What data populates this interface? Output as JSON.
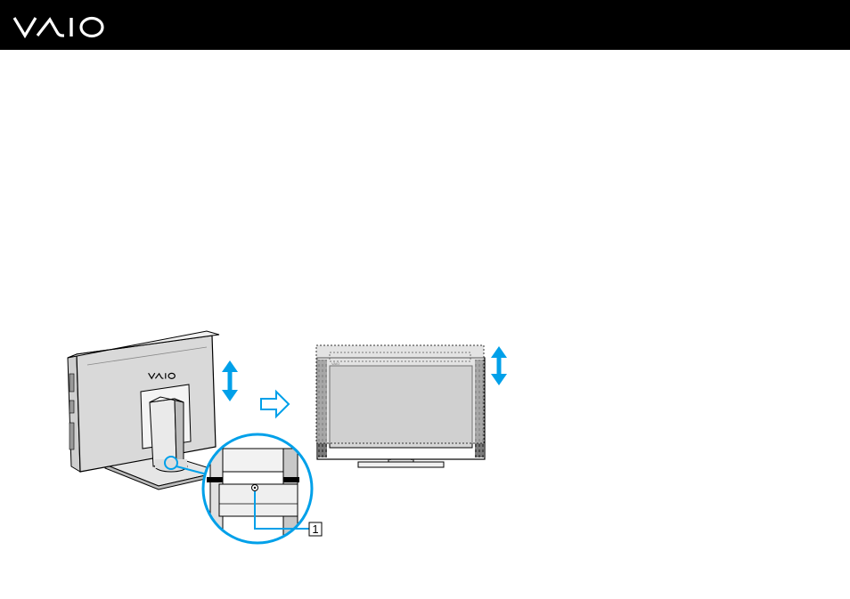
{
  "header": {
    "brand_logo_text": "VAIO",
    "logo_icon": "vaio-logo"
  },
  "illustration": {
    "computer_logo_text": "VAIO",
    "callout_label": "1",
    "icons": [
      "height-adjust-arrow-icon",
      "next-step-arrow-icon",
      "magnify-circle-icon"
    ],
    "accent_color": "#00a0e9"
  }
}
